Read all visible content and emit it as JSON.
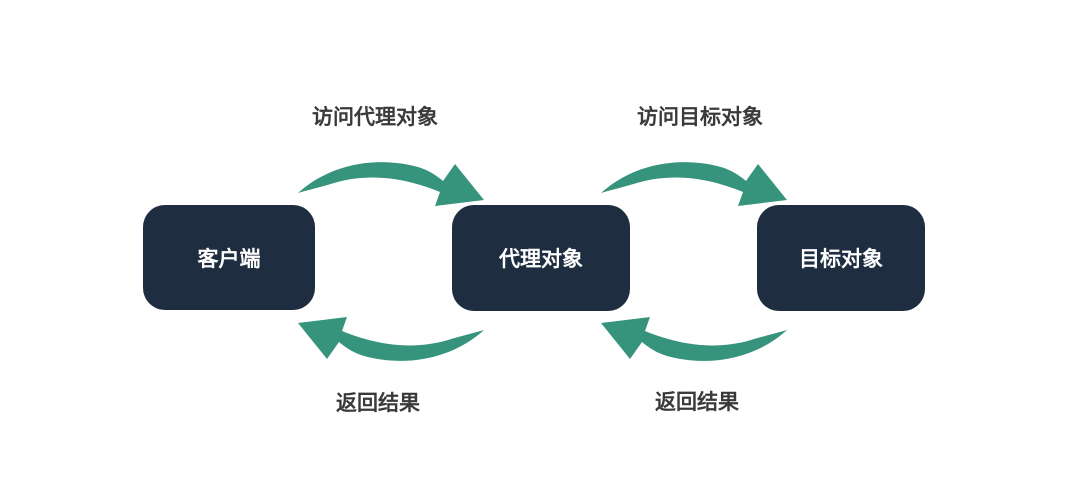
{
  "diagram": {
    "background": "#ffffff",
    "colors": {
      "node_fill": "#1f2d40",
      "node_text": "#ffffff",
      "arrow": "#36947c",
      "label_text": "#3a3a3a"
    },
    "nodes": [
      {
        "id": "client",
        "label": "客户端"
      },
      {
        "id": "proxy",
        "label": "代理对象"
      },
      {
        "id": "target",
        "label": "目标对象"
      }
    ],
    "edges": [
      {
        "from": "client",
        "to": "proxy",
        "label": "访问代理对象",
        "position": "top-left",
        "direction": "right"
      },
      {
        "from": "proxy",
        "to": "target",
        "label": "访问目标对象",
        "position": "top-right",
        "direction": "right"
      },
      {
        "from": "proxy",
        "to": "client",
        "label": "返回结果",
        "position": "bottom-left",
        "direction": "left"
      },
      {
        "from": "target",
        "to": "proxy",
        "label": "返回结果",
        "position": "bottom-right",
        "direction": "left"
      }
    ]
  }
}
